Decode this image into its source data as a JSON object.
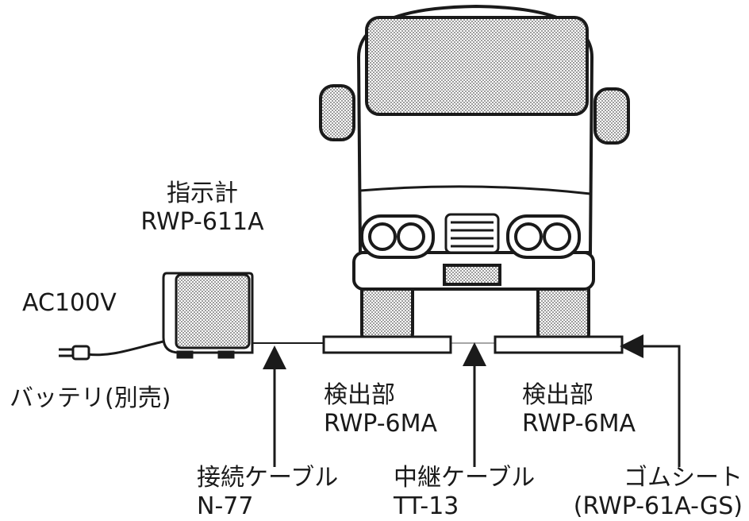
{
  "labels": {
    "indicator": {
      "name": "指示計",
      "model": "RWP-611A"
    },
    "power": "AC100V",
    "battery": "バッテリ(別売)",
    "sensor_left": {
      "name": "検出部",
      "model": "RWP-6MA"
    },
    "sensor_right": {
      "name": "検出部",
      "model": "RWP-6MA"
    },
    "connect_cable": {
      "name": "接続ケーブル",
      "model": "N-77"
    },
    "relay_cable": {
      "name": "中継ケーブル",
      "model": "TT-13"
    },
    "rubber_sheet": {
      "name": "ゴムシート",
      "model": "(RWP-61A-GS)"
    }
  },
  "colors": {
    "line": "#1a1a1a",
    "stipple": "#555555",
    "background": "#ffffff"
  }
}
